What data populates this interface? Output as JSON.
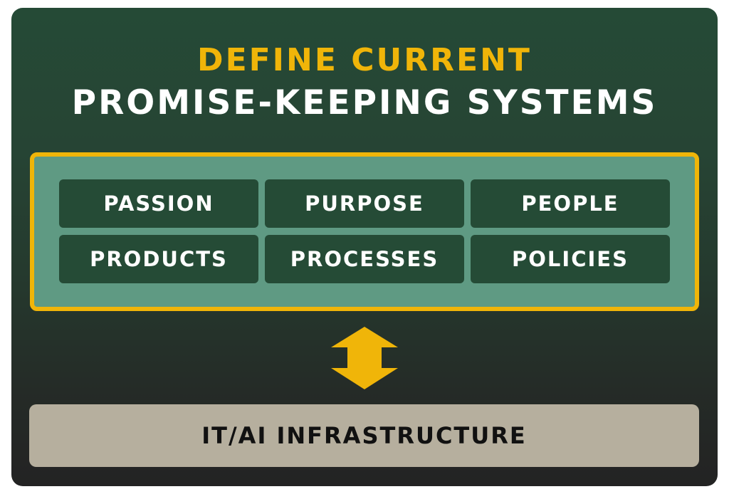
{
  "heading": {
    "line1": "DEFINE CURRENT",
    "line2": "PROMISE-KEEPING SYSTEMS"
  },
  "tiles": [
    {
      "label": "PASSION"
    },
    {
      "label": "PURPOSE"
    },
    {
      "label": "PEOPLE"
    },
    {
      "label": "PRODUCTS"
    },
    {
      "label": "PROCESSES"
    },
    {
      "label": "POLICIES"
    }
  ],
  "connector": {
    "icon": "double-arrow-vertical-icon"
  },
  "infrastructure": {
    "label": "IT/AI INFRASTRUCTURE"
  },
  "colors": {
    "accent": "#f0b509",
    "heading_secondary": "#ffffff",
    "panel": "#5f9a83",
    "tile": "#254b36",
    "infra": "#b6af9e",
    "infra_text": "#111111"
  }
}
